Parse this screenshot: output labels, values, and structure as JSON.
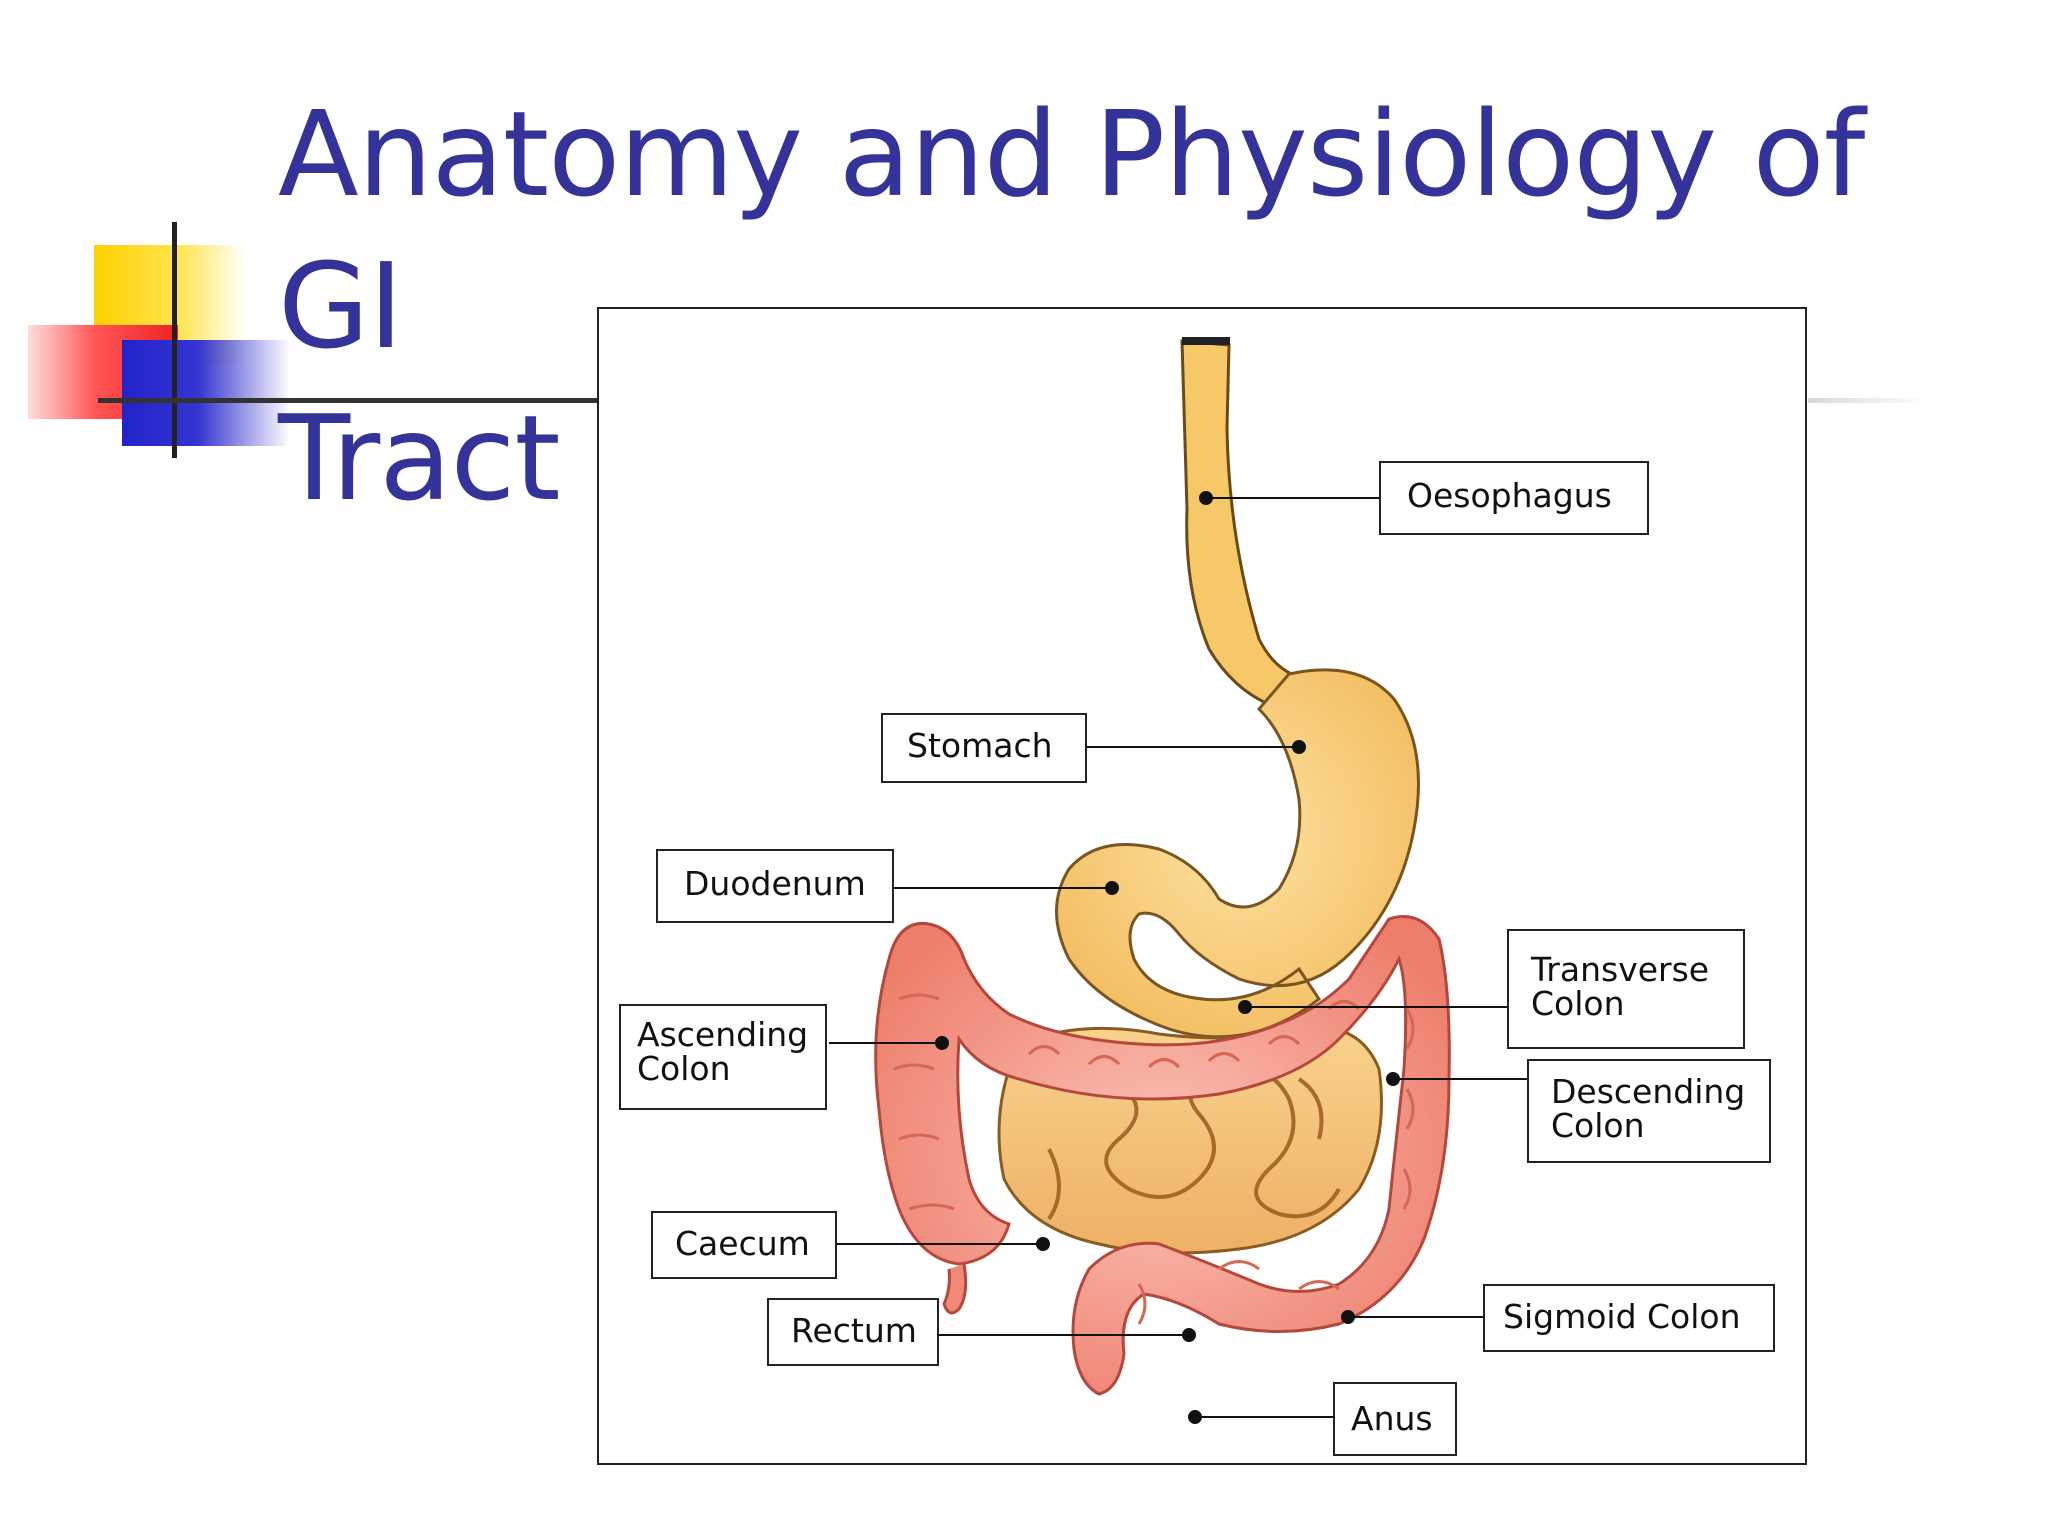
{
  "slide": {
    "title_line1": "Anatomy and Physiology of GI",
    "title_line2": "Tract"
  },
  "diagram": {
    "labels": {
      "oesophagus": "Oesophagus",
      "stomach": "Stomach",
      "duodenum": "Duodenum",
      "transverse_colon_1": "Transverse",
      "transverse_colon_2": "Colon",
      "ascending_colon_1": "Ascending",
      "ascending_colon_2": "Colon",
      "descending_colon_1": "Descending",
      "descending_colon_2": "Colon",
      "caecum": "Caecum",
      "sigmoid_colon": "Sigmoid Colon",
      "rectum": "Rectum",
      "anus": "Anus"
    },
    "colors": {
      "title": "#333399",
      "oesophagus_stomach": "#f7c868",
      "small_intestine": "#f3c070",
      "large_intestine": "#f08878",
      "outline": "#222222"
    }
  }
}
